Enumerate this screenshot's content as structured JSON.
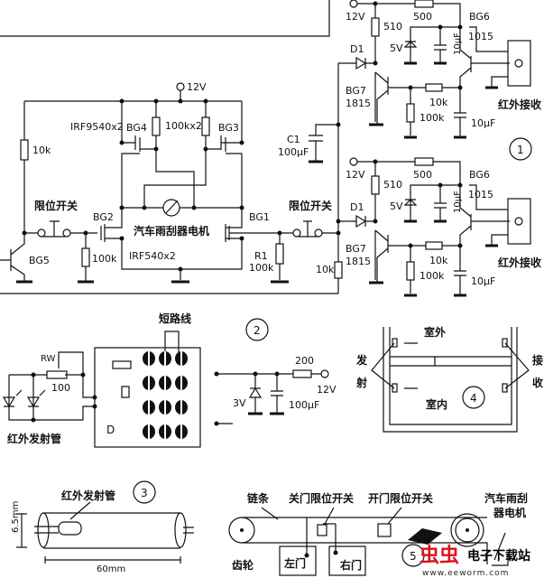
{
  "section1": {
    "supply": "12V",
    "r_left": "10k",
    "bg5": "BG5",
    "limit_switch_left": "限位开关",
    "limit_switch_right": "限位开关",
    "bg2": "BG2",
    "bg1": "BG1",
    "bg3": "BG3",
    "bg4": "BG4",
    "irf9540": "IRF9540x2",
    "irf540": "IRF540x2",
    "r_gate": "100kx2",
    "r_bg2": "100k",
    "r1_label": "R1",
    "r1_value": "100k",
    "motor": "汽车雨刮器电机",
    "r_10k_right": "10k",
    "c1_label": "C1",
    "c1_value": "100μF",
    "number": "1",
    "receivers": [
      {
        "supply": "12V",
        "r510": "510",
        "r500": "500",
        "zener": "5V",
        "cap_top": "10μF",
        "bg6": "BG6",
        "bg6_type": "1015",
        "d1": "D1",
        "bg7": "BG7",
        "bg7_type": "1815",
        "r10k": "10k",
        "r100k": "100k",
        "cap_bottom": "10μF",
        "label": "红外接收"
      },
      {
        "supply": "12V",
        "r510": "510",
        "r500": "500",
        "zener": "5V",
        "cap_top": "10μF",
        "bg6": "BG6",
        "bg6_type": "1015",
        "d1": "D1",
        "bg7": "BG7",
        "bg7_type": "1815",
        "r10k": "10k",
        "r100k": "100k",
        "cap_bottom": "10μF",
        "label": "红外接收"
      }
    ]
  },
  "section2": {
    "number": "2",
    "short_wire": "短路线",
    "rw": "RW",
    "rw_value": "100",
    "ir_emitter": "红外发射管",
    "chip_mark": "D",
    "r200": "200",
    "supply": "12V",
    "zener": "3V",
    "cap": "100μF"
  },
  "section3": {
    "number": "3",
    "ir_emitter": "红外发射管",
    "diameter": "6.5mm",
    "length": "60mm"
  },
  "section4": {
    "number": "4",
    "outdoor": "室外",
    "indoor": "室内",
    "emit_1": "发",
    "emit_2": "射",
    "recv_1": "接",
    "recv_2": "收"
  },
  "section5": {
    "number": "5",
    "chain": "链条",
    "close_switch": "关门限位开关",
    "open_switch": "开门限位开关",
    "motor_1": "汽车雨刮",
    "motor_2": "器电机",
    "gear": "齿轮",
    "left_door": "左门",
    "right_door": "右门"
  },
  "watermark": {
    "logo": "虫虫",
    "site": "电子下载站",
    "url": "www.eeworm.com"
  }
}
